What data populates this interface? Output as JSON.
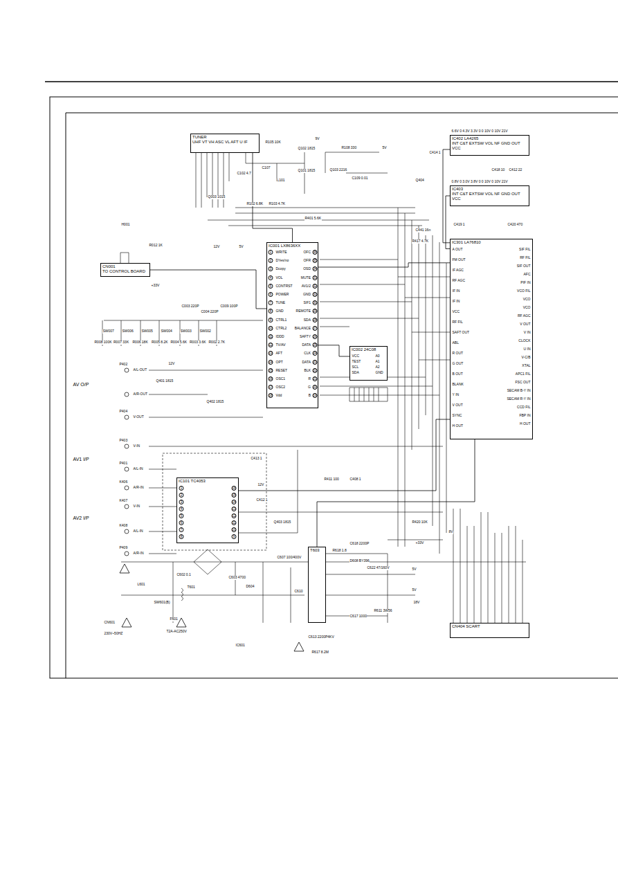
{
  "diagram": {
    "nodes": [
      {
        "text": [
          "TUNER",
          "UHF VT VH ASC VL AFT U IF"
        ]
      },
      {
        "text": [
          "IC001 LX8636XX"
        ]
      },
      {
        "text": [
          "IC002 24C08"
        ]
      },
      {
        "text": [
          "IC101 TC4053"
        ]
      },
      {
        "text": [
          "IC301 LA76810"
        ]
      },
      {
        "text": [
          "IC402 LA4265",
          "INT C&T EXTSW VOL NF GND OUT VCC"
        ]
      },
      {
        "text": [
          "IC403",
          "INT C&T EXTSW VOL NF GND OUT VCC"
        ]
      },
      {
        "text": [
          "CN404 SCART"
        ]
      },
      {
        "text": [
          "CN001",
          "TO CONTROL BOARD"
        ]
      },
      {
        "text": [
          "T603"
        ]
      }
    ],
    "edges": [
      {
        "from": 0,
        "to": 1,
        "arrow": "none"
      },
      {
        "from": 1,
        "to": 4,
        "arrow": "none"
      },
      {
        "from": 1,
        "to": 2,
        "arrow": "none"
      },
      {
        "from": 3,
        "to": 4,
        "arrow": "none"
      },
      {
        "from": 5,
        "to": 4,
        "arrow": "none"
      },
      {
        "from": 6,
        "to": 4,
        "arrow": "none"
      },
      {
        "from": 8,
        "to": 1,
        "arrow": "none"
      },
      {
        "from": 9,
        "to": 4,
        "arrow": "none"
      }
    ],
    "labels": [
      "1",
      "2",
      "3",
      "4",
      "5",
      "6",
      "7",
      "8",
      "9",
      "10",
      "11",
      "12",
      "13",
      "14",
      "15",
      "16",
      "17",
      "18",
      "WRITE",
      "DYes/no",
      "Dcopy",
      "VOL",
      "CONTRST",
      "POWER",
      "TUNE",
      "GND",
      "CTRL1",
      "CTRL2",
      "IDDD",
      "TV/AV",
      "AFT",
      "OPT",
      "RESET",
      "OSC1",
      "OSC2",
      "Vdd",
      "36",
      "35",
      "34",
      "33",
      "32",
      "31",
      "30",
      "29",
      "28",
      "27",
      "26",
      "25",
      "24",
      "23",
      "22",
      "21",
      "20",
      "19",
      "OFC",
      "OFR",
      "OSD",
      "MUTE",
      "AV1/2",
      "GND",
      "SIF1",
      "REMOTE",
      "SDA",
      "BALANCE",
      "SAFTY",
      "DATA",
      "CLK",
      "DATA",
      "BLK",
      "R",
      "G",
      "B",
      "A OUT",
      "FM OUT",
      "IF AGC",
      "RF AGC",
      "IF IN",
      "IF IN",
      "VCC",
      "RF FIL",
      "SAFT OUT",
      "ABL",
      "R OUT",
      "G OUT",
      "B OUT",
      "BLANK",
      "Y IN",
      "V OUT",
      "SYNC",
      "H OUT",
      "SIF FIL",
      "RF FIL",
      "SIF OUT",
      "AFC",
      "PIF IN",
      "VCO FIL",
      "VCO",
      "VCO",
      "RF AGC",
      "V OUT",
      "V IN",
      "CLOCK",
      "U IN",
      "V-C/B",
      "XTAL",
      "APC1 FIL",
      "FSC OUT",
      "SECAM B-Y IN",
      "SECAM R-Y IN",
      "CCD FIL",
      "FBP IN",
      "H OUT",
      "VCC",
      "TEST",
      "SCL",
      "SDA",
      "A0",
      "A1",
      "A2",
      "GND",
      "1",
      "2",
      "3",
      "4",
      "5",
      "6",
      "7",
      "8",
      "16",
      "15",
      "14",
      "13",
      "12",
      "11",
      "10",
      "9",
      "SW007",
      "SW006",
      "SW005",
      "SW004",
      "SW003",
      "SW002",
      "R008 100K",
      "R007 33K",
      "R006 18K",
      "R005 8.2K",
      "R004 5.6K",
      "R003 3.6K",
      "R002 2.7K",
      "R105 10K",
      "C107",
      "L101",
      "Q102 1815",
      "Q101 1815",
      "Q103 2216",
      "R108 330",
      "5V",
      "C109 0.01",
      "C102 4.7",
      "R102 6.8K",
      "R103 4.7K",
      "Q003 1015",
      "R401 5.6K",
      "9V",
      "H001",
      "R012 1K",
      "12V",
      "5V",
      "+33V",
      "C003 220P",
      "C004 220P",
      "C009 100P",
      "AV O/P",
      "P402",
      "A/L-OUT",
      "A/R-OUT",
      "P404",
      "V-OUT",
      "P403",
      "V-IN",
      "AV1 I/P",
      "P401",
      "A/L-IN",
      "K406",
      "A/R-IN",
      "K407",
      "V-IN",
      "AV2 I/P",
      "K408",
      "A/L-IN",
      "P409",
      "A/R-IN",
      "Q401 1815",
      "Q402 1815",
      "Q403 1815",
      "12V",
      "12V",
      "R411 100",
      "C408 1",
      "C413 1",
      "C412 1",
      "L601",
      "C602 0.1",
      "T601",
      "F601",
      "T2A-AC250V",
      "CN601",
      "230V~50HZ",
      "SW601(B)",
      "C603 4700",
      "C607 100/400V",
      "D604",
      "C610",
      "R617 8.2M",
      "C613 2200P4KV",
      "IC601",
      "R618 1.8",
      "C618 2200P",
      "+33V",
      "D608 BY396",
      "C622 47/160V",
      "5V",
      "5V",
      "18V",
      "R611 3W56",
      "C617 1000",
      "R420 10K",
      "8V",
      "6.6V 0 4.3V 3.3V 0 0 10V 0 10V 21V",
      "C414 1",
      "Q404",
      "C418 10",
      "C412 22",
      "0.8V 0 3.0V 3.8V 0 0 10V 0 10V 21V",
      "C419 1",
      "C420 470",
      "C441 16n",
      "R417 4.7K"
    ]
  }
}
